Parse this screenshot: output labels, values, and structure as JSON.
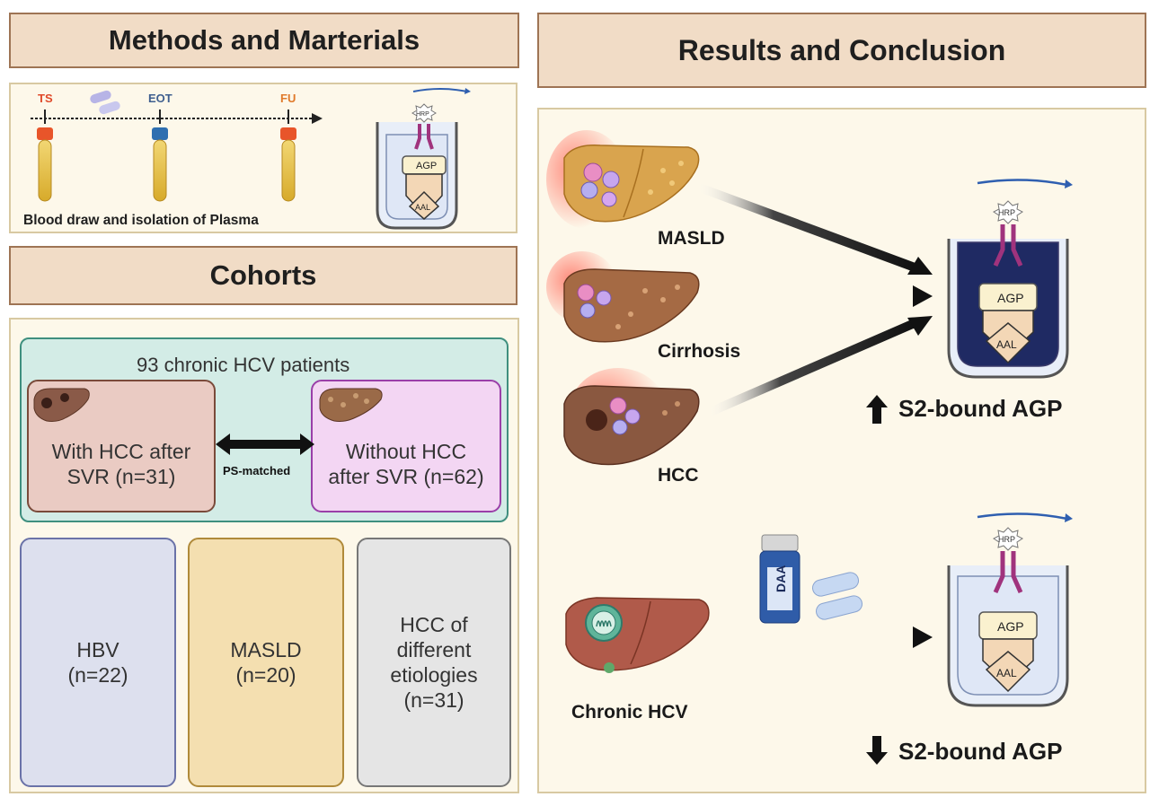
{
  "methods": {
    "title": "Methods and Marterials",
    "timeline": {
      "ts": "TS",
      "eot": "EOT",
      "fu": "FU"
    },
    "caption": "Blood draw and isolation of Plasma",
    "assay": {
      "hrp": "HRP",
      "agp": "AGP",
      "aal": "AAL"
    }
  },
  "cohorts": {
    "title": "Cohorts",
    "hcv_title": "93 chronic HCV patients",
    "with_hcc": {
      "line1": "With HCC after",
      "line2": "SVR (n=31)"
    },
    "without_hcc": {
      "line1": "Without HCC",
      "line2": "after SVR (n=62)"
    },
    "matched_label": "PS-matched",
    "groups": [
      {
        "line1": "HBV",
        "line2": "(n=22)"
      },
      {
        "line1": "MASLD",
        "line2": "(n=20)"
      },
      {
        "line1": "HCC of",
        "line2": "different",
        "line3": "etiologies",
        "line4": "(n=31)"
      }
    ]
  },
  "results": {
    "title": "Results and Conclusion",
    "conditions": [
      "MASLD",
      "Cirrhosis",
      "HCC"
    ],
    "hcv_label": "Chronic HCV",
    "drug_label": "DAA",
    "assay": {
      "hrp": "HRP",
      "agp": "AGP",
      "aal": "AAL"
    },
    "up_label": "S2-bound AGP",
    "down_label": "S2-bound AGP"
  },
  "colors": {
    "header_fill": "#f1dcc6",
    "header_border": "#9e7454",
    "hcv_box": "#d3ece6",
    "with_hcc_box": "#eacbc3",
    "without_hcc_box": "#f3d6f3",
    "hbv_box": "#dde0ee",
    "masld_box": "#f4dfb0",
    "hcc_box": "#e5e5e5",
    "dark_well": "#1f2a63"
  }
}
